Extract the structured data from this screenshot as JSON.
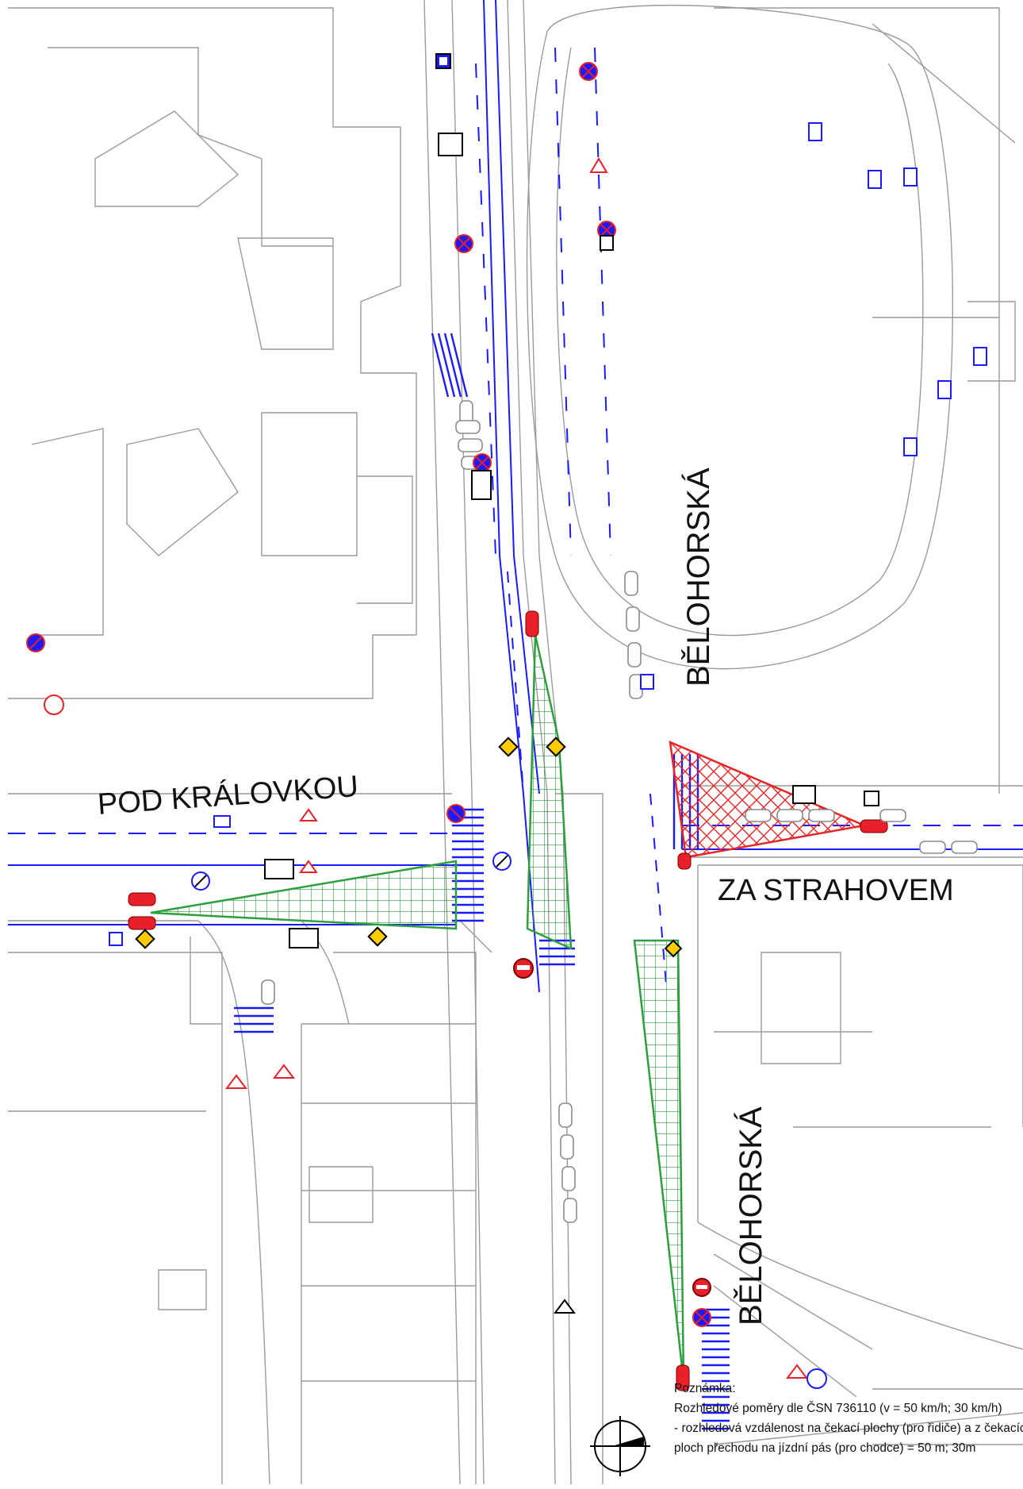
{
  "map": {
    "street_labels": {
      "belohorska_north": "BĚLOHORSKÁ",
      "belohorska_south": "BĚLOHORSKÁ",
      "pod_kralovkou": "POD KRÁLOVKOU",
      "za_strahovem": "ZA STRAHOVEM"
    },
    "colors": {
      "base_lines": "#9a9a9a",
      "lane_markings": "#1a1aff",
      "sight_triangle_driver": "#2e9e3e",
      "sight_triangle_conflict": "#e32626",
      "vehicle_red": "#e8202a",
      "vehicle_grey": "#8c8c8c",
      "legend_text": "#111111"
    },
    "sight_triangles": [
      {
        "name": "pod-kralovkou-approach",
        "color": "green"
      },
      {
        "name": "belohorska-north-approach",
        "color": "green"
      },
      {
        "name": "belohorska-south-approach",
        "color": "green"
      },
      {
        "name": "za-strahovem-approach",
        "color": "red"
      }
    ]
  },
  "legend": {
    "title": "Poznámka:",
    "line1": "Rozhledové poměry dle ČSN 736110 (v = 50 km/h; 30 km/h)",
    "line2": "- rozhledová vzdálenost na čekací plochy (pro řidiče) a z čekacích",
    "line3": "ploch přechodu na jízdní pás (pro chodce) = 50 m; 30m"
  },
  "north_arrow": {
    "icon": "north-arrow-icon"
  }
}
